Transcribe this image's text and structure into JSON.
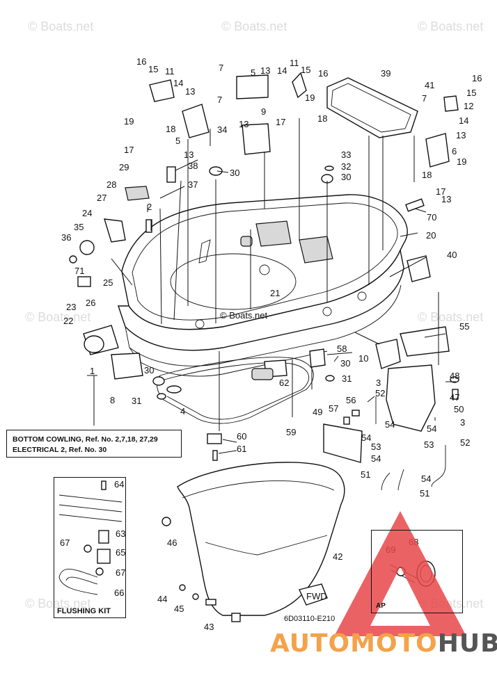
{
  "watermark": "© Boats.net",
  "center_watermark": "© Boats.net",
  "part_numbers": [
    "1",
    "2",
    "3",
    "4",
    "5",
    "6",
    "7",
    "8",
    "9",
    "10",
    "11",
    "12",
    "13",
    "14",
    "15",
    "16",
    "17",
    "18",
    "19",
    "20",
    "21",
    "22",
    "23",
    "24",
    "25",
    "26",
    "27",
    "28",
    "29",
    "30",
    "31",
    "32",
    "33",
    "34",
    "35",
    "36",
    "37",
    "38",
    "39",
    "40",
    "41",
    "42",
    "43",
    "44",
    "45",
    "46",
    "47",
    "48",
    "49",
    "50",
    "51",
    "52",
    "53",
    "54",
    "55",
    "56",
    "57",
    "58",
    "59",
    "60",
    "61",
    "62",
    "63",
    "64",
    "65",
    "66",
    "67",
    "68",
    "69",
    "70",
    "71"
  ],
  "ref_box": {
    "line1": "BOTTOM COWLING,  Ref. No. 2,7,18, 27,29",
    "line2": "ELECTRICAL 2,  Ref. No. 30"
  },
  "flushing_kit_label": "FLUSHING KIT",
  "ap_label": "AP",
  "fwd_label": "FWD",
  "drawing_code": "6D03110-E210",
  "brand": {
    "part1": "AUTOMOTO",
    "part2": "HUB",
    "color1": "#f4a24a",
    "color2": "#555555"
  },
  "logo_color": "#e8474a"
}
